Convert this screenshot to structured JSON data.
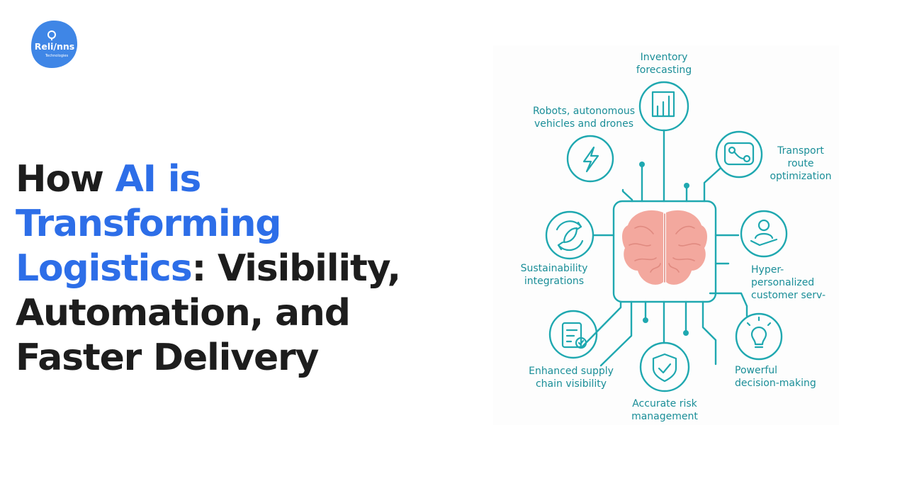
{
  "brand": {
    "logo_text": "Reli/nns",
    "logo_subtext": "Technologies"
  },
  "headline": {
    "part1": "How ",
    "highlight": "AI is Transforming Logistics",
    "part2": ": Visibility, Automation, and Faster Delivery"
  },
  "diagram": {
    "colors": {
      "accent": "#1fa8b0",
      "label": "#1a8e98",
      "brain": "#f3a89e"
    },
    "center_icon": "brain-icon",
    "nodes": [
      {
        "key": "inventory",
        "icon": "bar-chart-icon",
        "label_lines": [
          "Inventory",
          "forecasting"
        ]
      },
      {
        "key": "robots",
        "icon": "lightning-icon",
        "label_lines": [
          "Robots, autonomous",
          "vehicles and drones"
        ]
      },
      {
        "key": "transport",
        "icon": "route-map-icon",
        "label_lines": [
          "Transport",
          "route",
          "optimization"
        ]
      },
      {
        "key": "sustainability",
        "icon": "recycle-leaf-icon",
        "label_lines": [
          "Sustainability",
          "integrations"
        ]
      },
      {
        "key": "customer",
        "icon": "person-hand-icon",
        "label_lines": [
          "Hyper-",
          "personalized",
          "customer serv-"
        ]
      },
      {
        "key": "supply",
        "icon": "clipboard-check-icon",
        "label_lines": [
          "Enhanced supply",
          "chain visibility"
        ]
      },
      {
        "key": "risk",
        "icon": "shield-check-icon",
        "label_lines": [
          "Accurate risk",
          "management"
        ]
      },
      {
        "key": "decision",
        "icon": "lightbulb-icon",
        "label_lines": [
          "Powerful",
          "decision-making"
        ]
      }
    ]
  }
}
